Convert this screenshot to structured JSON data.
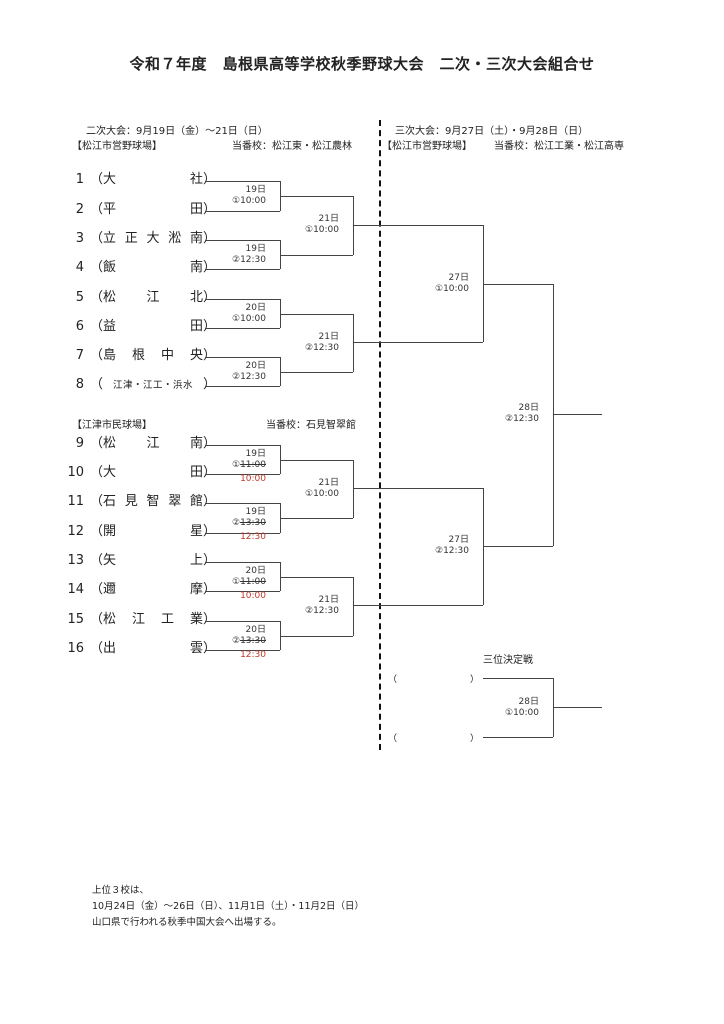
{
  "title": "令和７年度　島根県高等学校秋季野球大会　二次・三次大会組合せ",
  "second_round": {
    "header": "二次大会：9月19日（金）～21日（日）",
    "venue1": "【松江市営野球場】",
    "duty1": "当番校：松江東・松江農林",
    "venue2": "【江津市民球場】",
    "duty2": "当番校：石見智翠館"
  },
  "third_round": {
    "header": "三次大会：9月27日（土）・9月28日（日）",
    "venue": "【松江市営野球場】",
    "duty": "当番校：松江工業・松江高専"
  },
  "teams": [
    {
      "num": "1",
      "name": "大社"
    },
    {
      "num": "2",
      "name": "平田"
    },
    {
      "num": "3",
      "name": "立正大淞南"
    },
    {
      "num": "4",
      "name": "飯南"
    },
    {
      "num": "5",
      "name": "松江北"
    },
    {
      "num": "6",
      "name": "益田"
    },
    {
      "num": "7",
      "name": "島根中央"
    },
    {
      "num": "8",
      "name": "江津・江工・浜水"
    },
    {
      "num": "9",
      "name": "松江南"
    },
    {
      "num": "10",
      "name": "大田"
    },
    {
      "num": "11",
      "name": "石見智翠館"
    },
    {
      "num": "12",
      "name": "開星"
    },
    {
      "num": "13",
      "name": "矢上"
    },
    {
      "num": "14",
      "name": "邇摩"
    },
    {
      "num": "15",
      "name": "松江工業"
    },
    {
      "num": "16",
      "name": "出雲"
    }
  ],
  "paren_open": "（",
  "paren_close": "）",
  "r1_matches": [
    {
      "day": "19日",
      "slot": "①",
      "time": "10:00",
      "new_time": ""
    },
    {
      "day": "19日",
      "slot": "②",
      "time": "12:30",
      "new_time": ""
    },
    {
      "day": "20日",
      "slot": "①",
      "time": "10:00",
      "new_time": ""
    },
    {
      "day": "20日",
      "slot": "②",
      "time": "12:30",
      "new_time": ""
    },
    {
      "day": "19日",
      "slot": "①",
      "time": "11:00",
      "new_time": "10:00"
    },
    {
      "day": "19日",
      "slot": "②",
      "time": "13:30",
      "new_time": "12:30"
    },
    {
      "day": "20日",
      "slot": "①",
      "time": "11:00",
      "new_time": "10:00"
    },
    {
      "day": "20日",
      "slot": "②",
      "time": "13:30",
      "new_time": "12:30"
    }
  ],
  "r2_matches": [
    {
      "day": "21日",
      "slot": "①",
      "time": "10:00"
    },
    {
      "day": "21日",
      "slot": "②",
      "time": "12:30"
    },
    {
      "day": "21日",
      "slot": "①",
      "time": "10:00"
    },
    {
      "day": "21日",
      "slot": "②",
      "time": "12:30"
    }
  ],
  "semi_matches": [
    {
      "day": "27日",
      "slot": "①",
      "time": "10:00"
    },
    {
      "day": "27日",
      "slot": "②",
      "time": "12:30"
    }
  ],
  "final_match": {
    "day": "28日",
    "slot": "②",
    "time": "12:30"
  },
  "third_place": {
    "label": "三位決定戦",
    "day": "28日",
    "slot": "①",
    "time": "10:00",
    "slot_open": "（",
    "slot_close": "）"
  },
  "notes": [
    "上位３校は、",
    "10月24日（金）～26日（日）、11月1日（土）・11月2日（日）",
    "山口県で行われる秋季中国大会へ出場する。"
  ],
  "colors": {
    "line": "#444444",
    "changed_time": "#c0392b"
  }
}
